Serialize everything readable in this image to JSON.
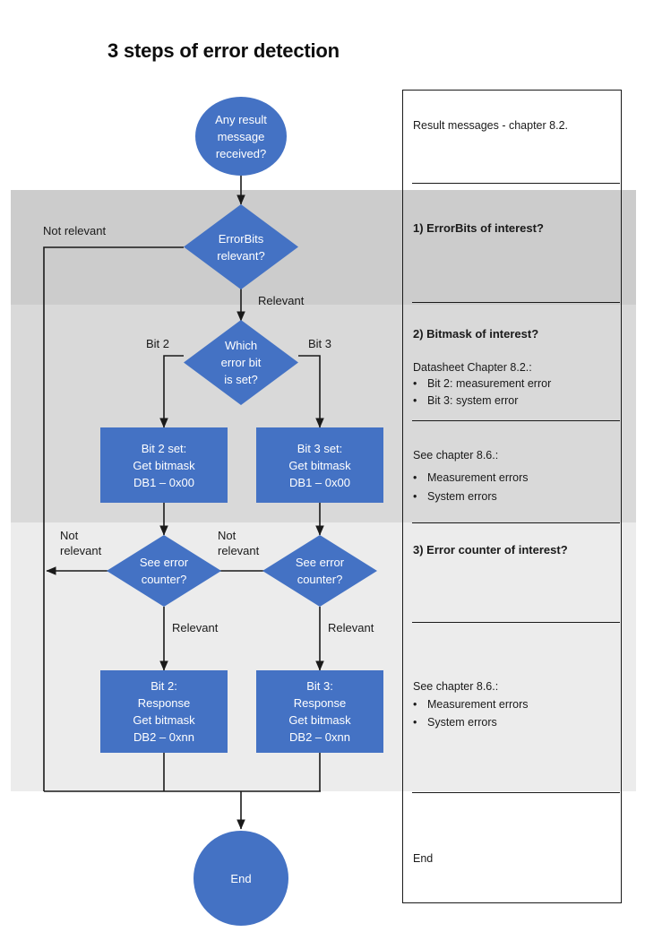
{
  "title": "3 steps of error detection",
  "colors": {
    "node_blue": "#4472C4",
    "band_1": "#CCCCCC",
    "band_2": "#D9D9D9",
    "band_3": "#ECECEC",
    "line": "#1A1A1A",
    "node_text": "#FFFFFF"
  },
  "flow": {
    "start": {
      "shape": "circle",
      "lines": [
        "Any result",
        "message",
        "received?"
      ]
    },
    "decision_errorbits": {
      "shape": "diamond",
      "lines": [
        "ErrorBits",
        "relevant?"
      ]
    },
    "decision_which_bit": {
      "shape": "diamond",
      "lines": [
        "Which",
        "error bit",
        "is set?"
      ]
    },
    "box_bit2_set": {
      "shape": "rectangle",
      "lines": [
        "Bit 2 set:",
        "Get bitmask",
        "DB1 – 0x00"
      ]
    },
    "box_bit3_set": {
      "shape": "rectangle",
      "lines": [
        "Bit 3 set:",
        "Get bitmask",
        "DB1 – 0x00"
      ]
    },
    "decision_counter_left": {
      "shape": "diamond",
      "lines": [
        "See error",
        "counter?"
      ]
    },
    "decision_counter_right": {
      "shape": "diamond",
      "lines": [
        "See error",
        "counter?"
      ]
    },
    "box_bit2_response": {
      "shape": "rectangle",
      "lines": [
        "Bit 2:",
        "Response",
        "Get bitmask",
        "DB2 – 0xnn"
      ]
    },
    "box_bit3_response": {
      "shape": "rectangle",
      "lines": [
        "Bit 3:",
        "Response",
        "Get bitmask",
        "DB2 – 0xnn"
      ]
    },
    "end": {
      "shape": "circle",
      "lines": [
        "End"
      ]
    }
  },
  "edge_labels": {
    "errorbits_not_relevant": "Not  relevant",
    "errorbits_relevant": "Relevant",
    "bit2": "Bit 2",
    "bit3": "Bit 3",
    "counter_left_not_relevant": "Not\nrelevant",
    "counter_right_not_relevant": "Not\nrelevant",
    "counter_left_relevant": "Relevant",
    "counter_right_relevant": "Relevant"
  },
  "reference_panel": {
    "sections": [
      {
        "id": "result-messages",
        "heading": "Result messages - chapter 8.2.",
        "bold": false,
        "sub": null,
        "bullets": []
      },
      {
        "id": "step-1",
        "heading": "1) ErrorBits of interest?",
        "bold": true,
        "sub": null,
        "bullets": []
      },
      {
        "id": "step-2",
        "heading": "2) Bitmask of interest?",
        "bold": true,
        "sub": "Datasheet Chapter 8.2.:",
        "bullets": [
          "Bit 2: measurement  error",
          "Bit 3: system error"
        ]
      },
      {
        "id": "step-2-chapter",
        "heading": null,
        "bold": false,
        "sub": "See chapter 8.6.:",
        "bullets": [
          "Measurement errors",
          "System errors"
        ]
      },
      {
        "id": "step-3",
        "heading": "3) Error counter of interest?",
        "bold": true,
        "sub": null,
        "bullets": []
      },
      {
        "id": "step-3-chapter",
        "heading": null,
        "bold": false,
        "sub": "See chapter 8.6.:",
        "bullets": [
          "Measurement errors",
          "System errors"
        ]
      },
      {
        "id": "end",
        "heading": "End",
        "bold": false,
        "sub": null,
        "bullets": []
      }
    ]
  }
}
